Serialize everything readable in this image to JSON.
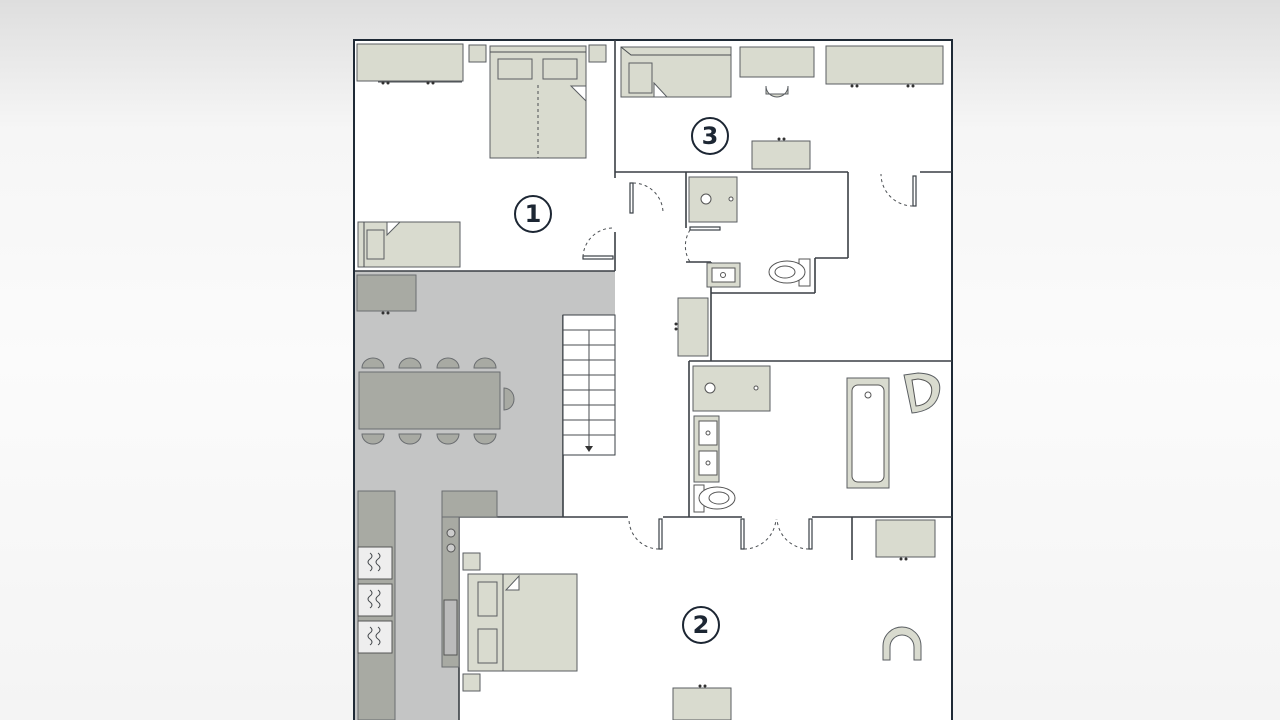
{
  "rooms": [
    {
      "id": "room-1",
      "label": "1"
    },
    {
      "id": "room-2",
      "label": "2"
    },
    {
      "id": "room-3",
      "label": "3"
    }
  ],
  "colors": {
    "outer_wall": "#1f2a36",
    "floor": "#ffffff",
    "living_floor": "#c4c5c5",
    "furniture_light": "#d9dbcf",
    "furniture_dark": "#a8aaa3",
    "marker": "#1c2633"
  }
}
